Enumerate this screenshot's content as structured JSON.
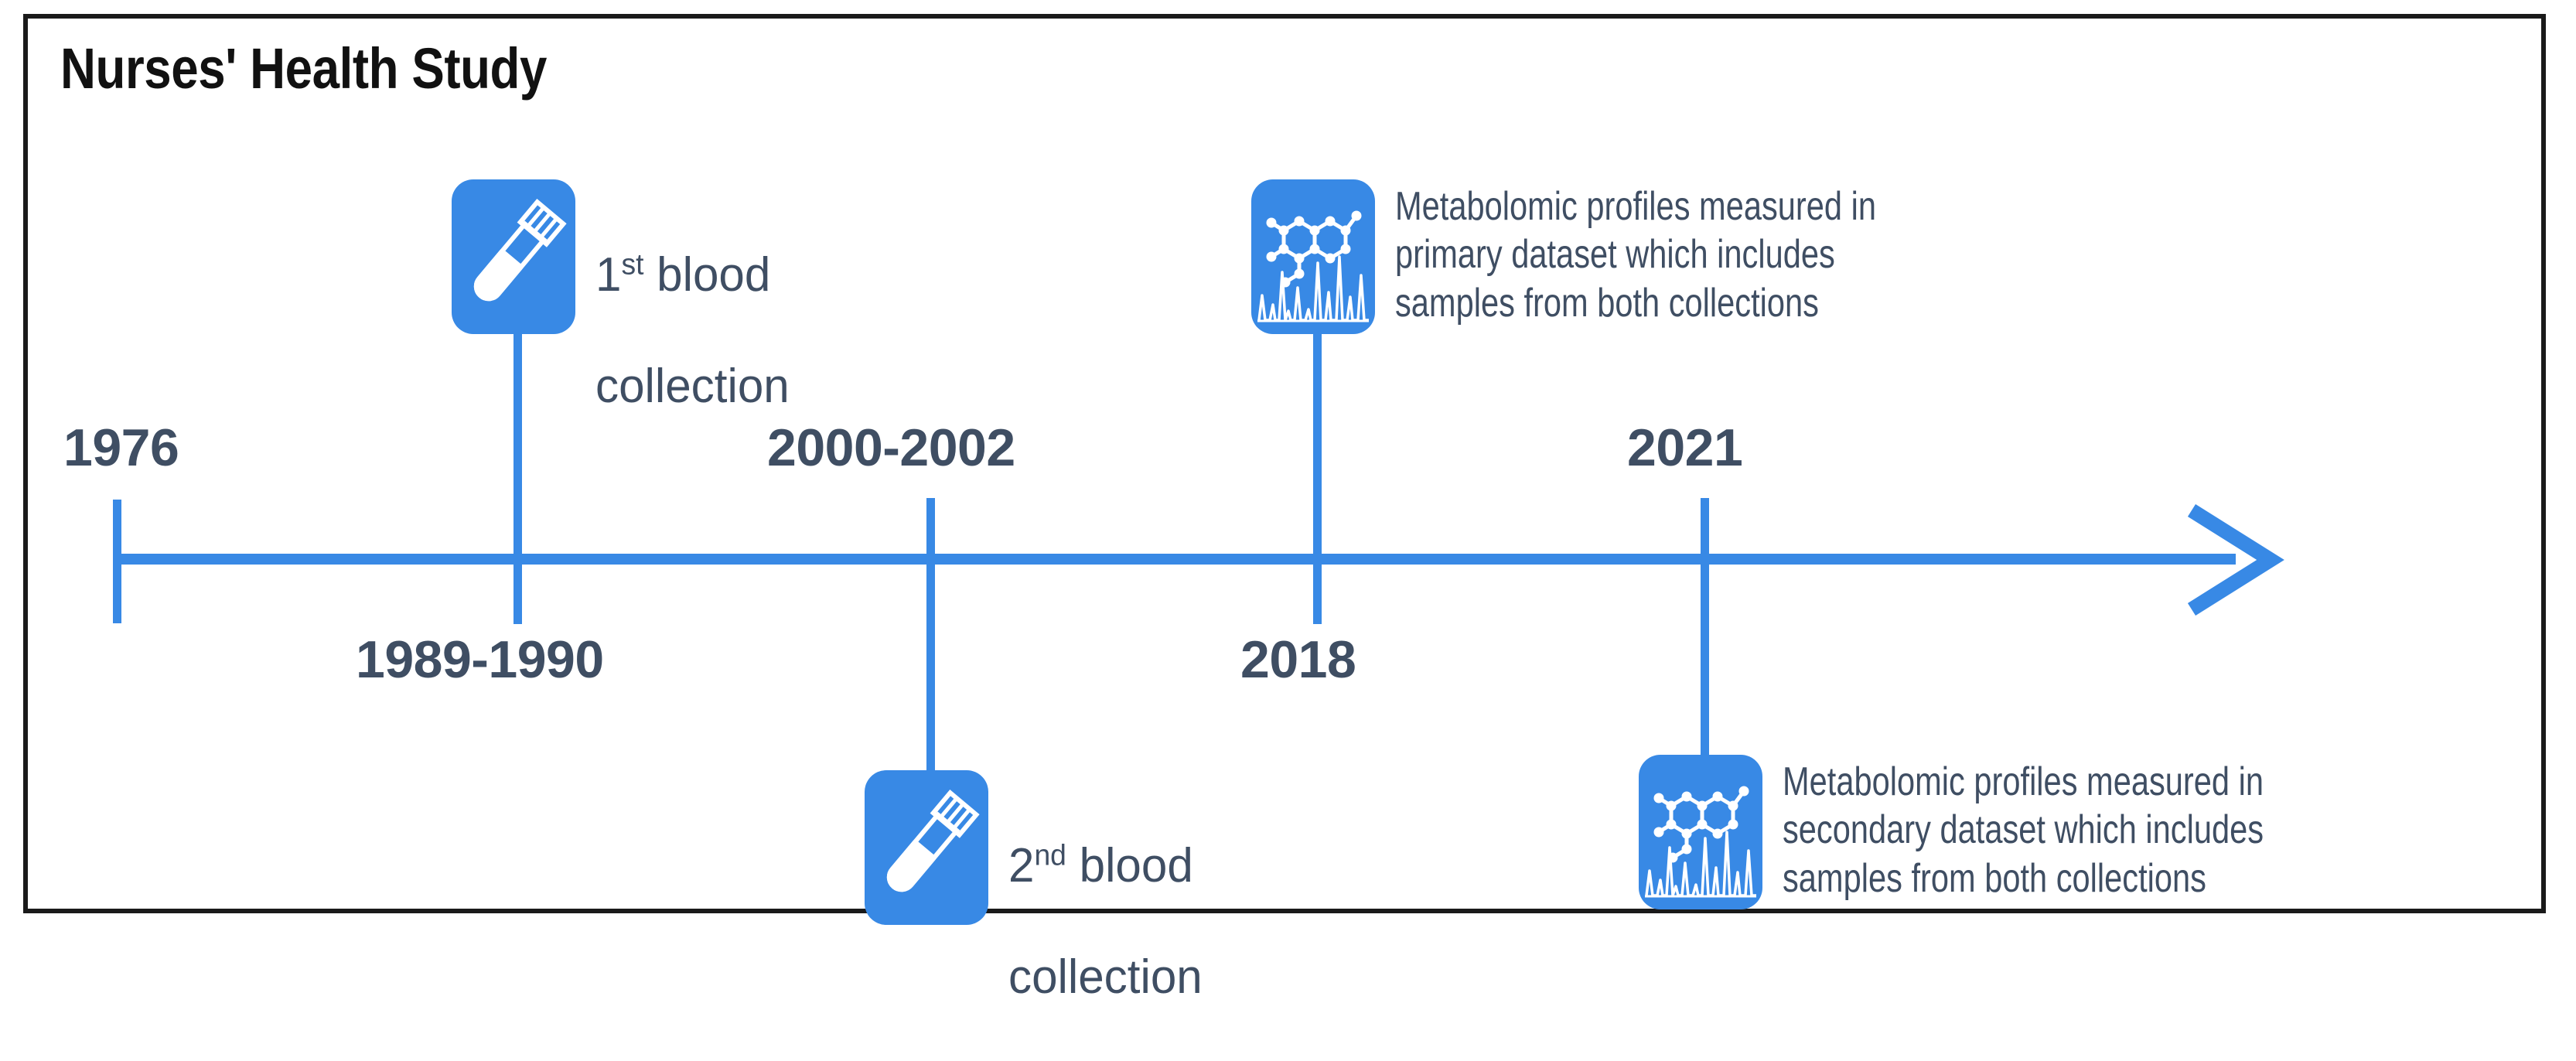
{
  "figure": {
    "title": "Nurses' Health Study",
    "border_color": "#1a1a1a",
    "background": "#ffffff"
  },
  "colors": {
    "accent_blue": "#3889e5",
    "icon_blue": "#3889e5",
    "text_slate": "#3f4e63",
    "title_black": "#111111",
    "icon_glyph_white": "#ffffff"
  },
  "timeline": {
    "axis_color": "#3889e5",
    "arrow_direction": "right",
    "arrow_style": "open-chevron",
    "orientation": "horizontal",
    "years_above_axis": [
      "1976",
      "2000-2002",
      "2021"
    ],
    "years_below_axis": [
      "1989-1990",
      "2018"
    ],
    "ticks": [
      {
        "label": "1976",
        "position_pct": 0,
        "label_side": "above"
      },
      {
        "label": "1989-1990",
        "position_pct": 8.5,
        "label_side": "below"
      },
      {
        "label": "2000-2002",
        "position_pct": 17,
        "label_side": "above"
      },
      {
        "label": "2018",
        "position_pct": 26,
        "label_side": "below"
      },
      {
        "label": "2021",
        "position_pct": 34,
        "label_side": "above"
      }
    ]
  },
  "events": [
    {
      "id": "first-blood-collection",
      "icon": "test-tube-icon",
      "year": "1989-1990",
      "caption_line1_prefix": "1",
      "caption_line1_ordinal": "st",
      "caption_line1_suffix": " blood",
      "caption_line2": "collection",
      "caption_full": "1st blood collection",
      "placement": "above-axis"
    },
    {
      "id": "second-blood-collection",
      "icon": "test-tube-icon",
      "year": "2000-2002",
      "caption_line1_prefix": "2",
      "caption_line1_ordinal": "nd",
      "caption_line1_suffix": " blood",
      "caption_line2": "collection",
      "caption_full": "2nd blood collection",
      "placement": "below-axis"
    },
    {
      "id": "primary-metabolomics",
      "icon": "metabolomics-icon",
      "year": "2018",
      "caption_full": "Metabolomic profiles measured in\nprimary dataset which includes\nsamples from both collections",
      "placement": "above-axis"
    },
    {
      "id": "secondary-metabolomics",
      "icon": "metabolomics-icon",
      "year": "2021",
      "caption_full": "Metabolomic profiles measured in\nsecondary dataset which includes\nsamples from both collections",
      "placement": "below-axis"
    }
  ]
}
